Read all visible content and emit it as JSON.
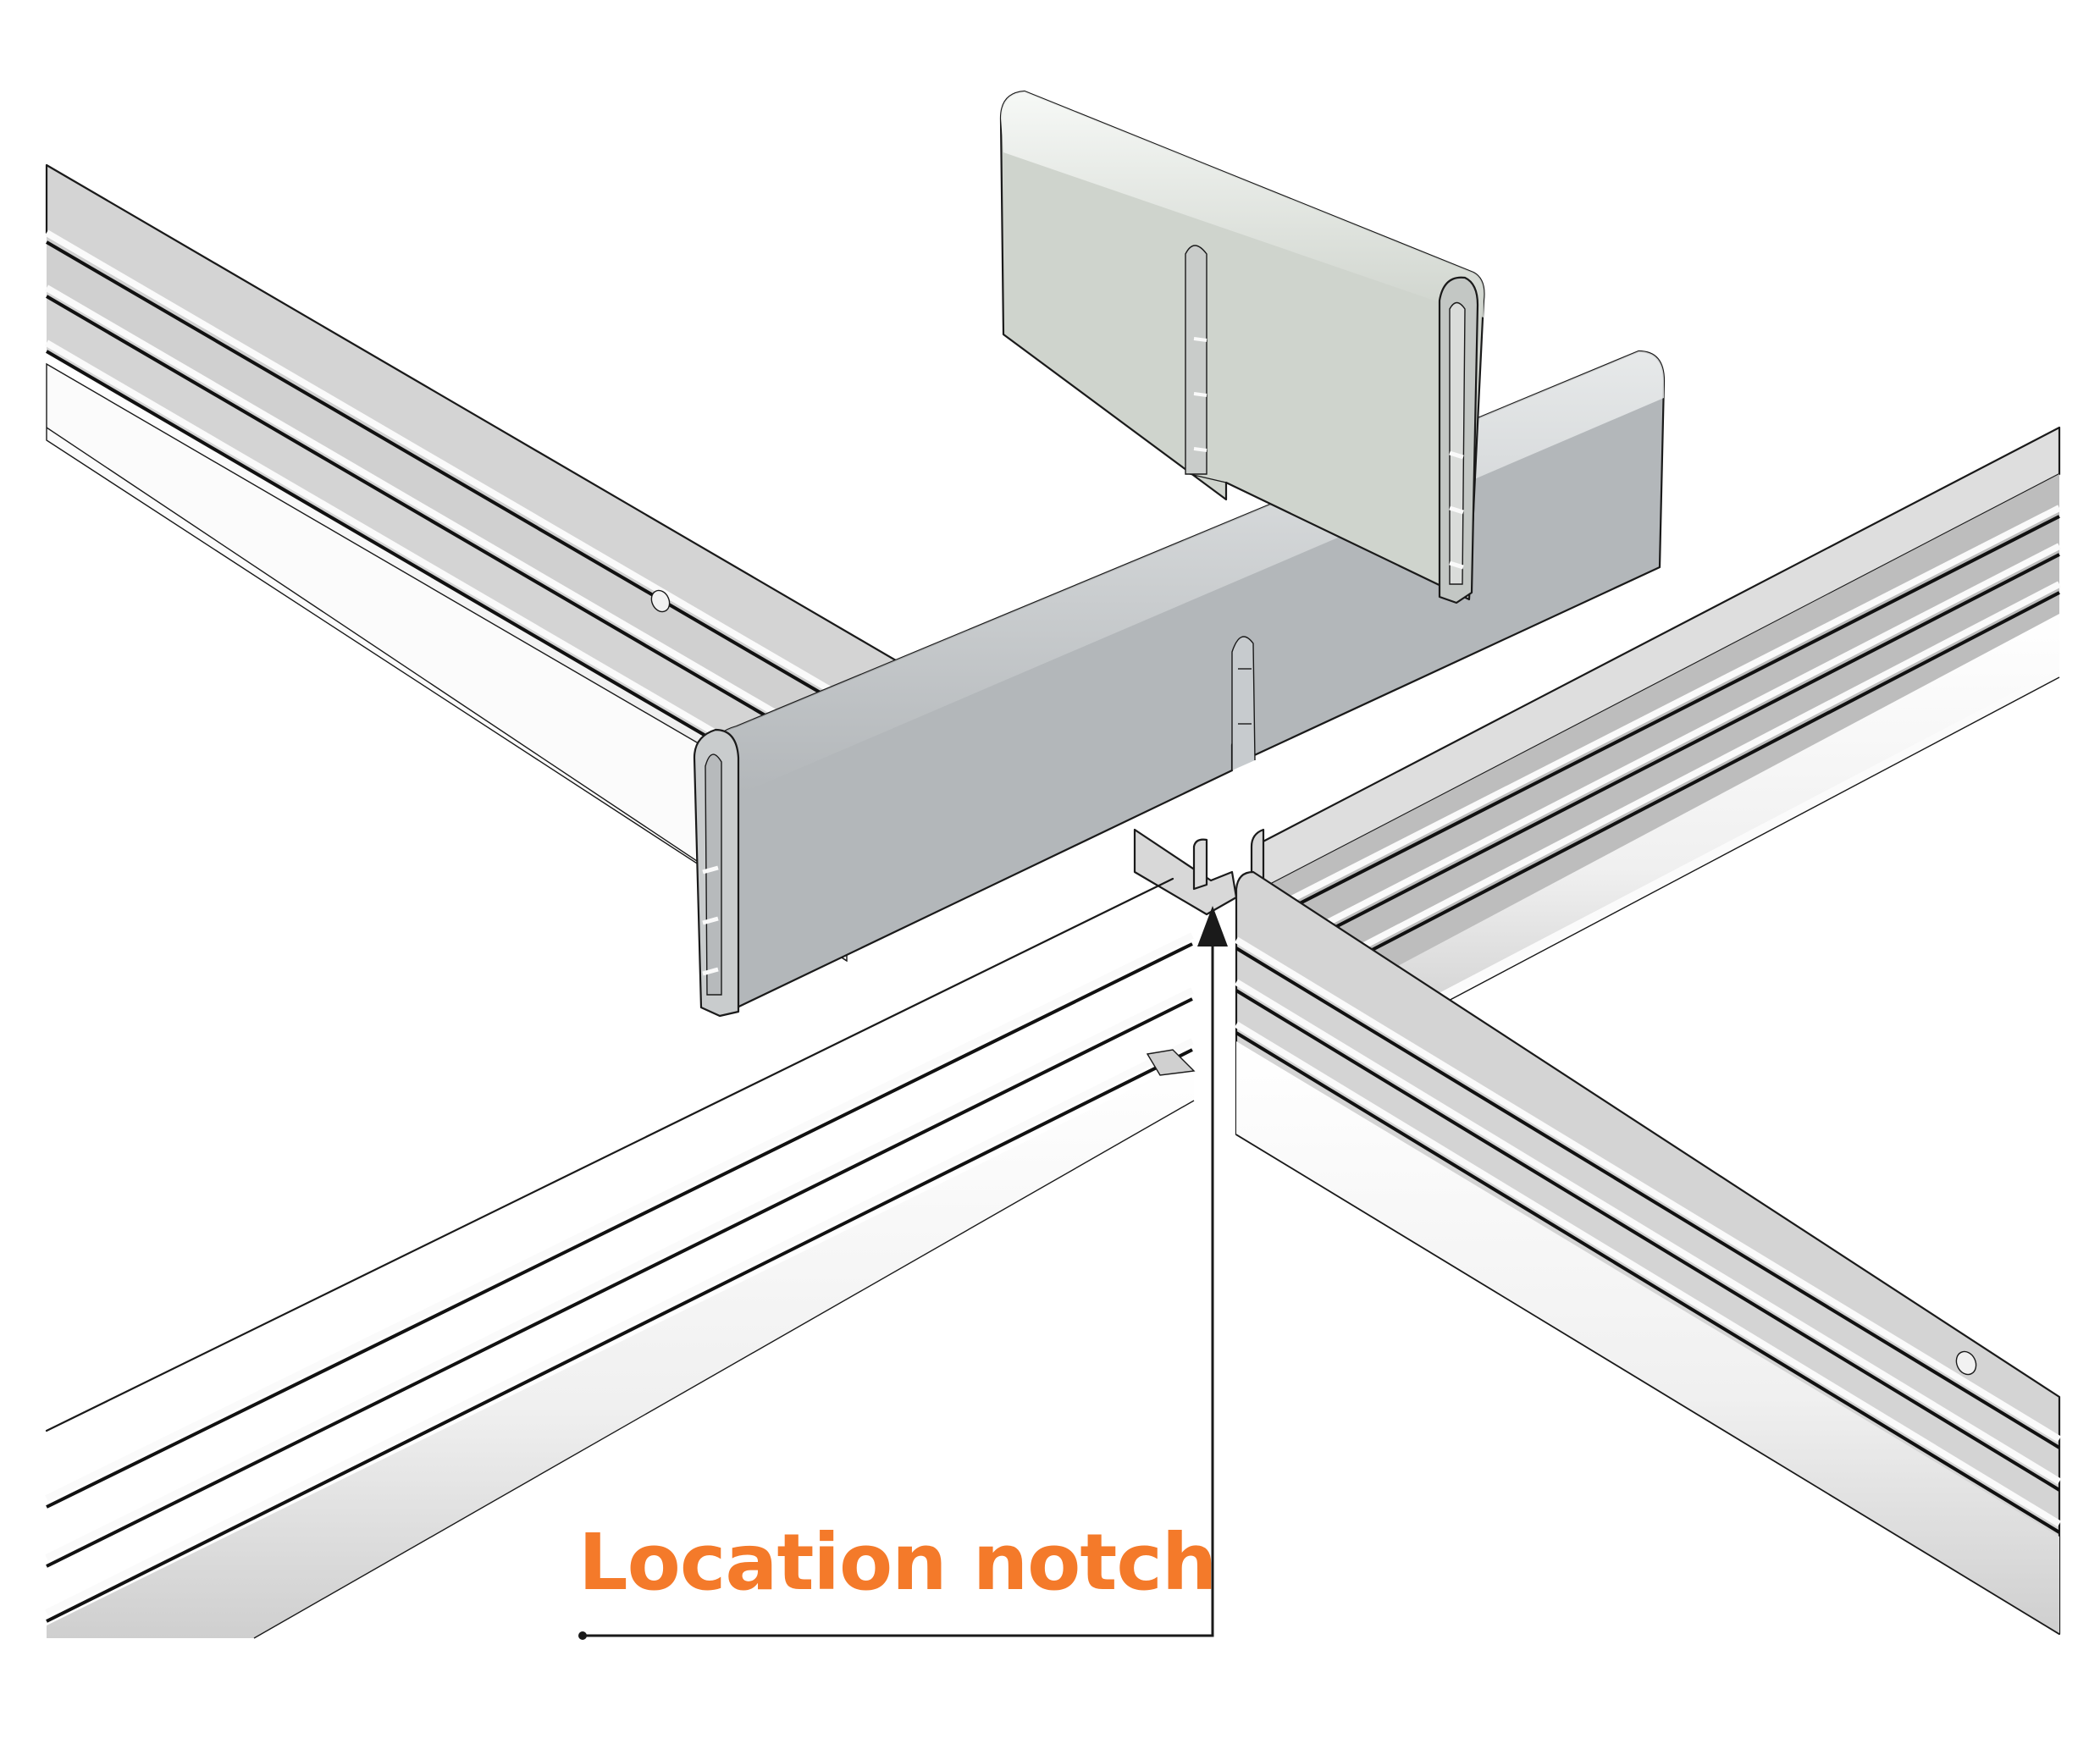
{
  "diagram": {
    "subject": "Ceiling grid tee intersection with two slotted divider panels",
    "callout": {
      "label": "Location notch",
      "label_color": "#f47a2a",
      "leader_color": "#1a1a1a",
      "arrow_direction": "up"
    },
    "components": [
      {
        "id": "rail-back-left",
        "description": "Main runner rail, upper-left segment with fixing hole"
      },
      {
        "id": "rail-back-right",
        "description": "Cross tee rail, upper-right segment"
      },
      {
        "id": "rail-front-left",
        "description": "Cross tee rail, lower-left segment"
      },
      {
        "id": "rail-front-right",
        "description": "Main runner rail, lower-right segment with fixing hole"
      },
      {
        "id": "divider-large",
        "description": "Large grey divider panel with top slot and clip ends"
      },
      {
        "id": "divider-small",
        "description": "Small pale divider panel with bottom slot and clip end"
      }
    ],
    "colors": {
      "background": "#ffffff",
      "rail_face": "#d4d4d4",
      "rail_dark": "#bdbdbd",
      "rail_light": "#f7f7f7",
      "divider_large": "#b3b7ba",
      "divider_small": "#cfd4cd",
      "outline": "#1a1a1a"
    }
  }
}
